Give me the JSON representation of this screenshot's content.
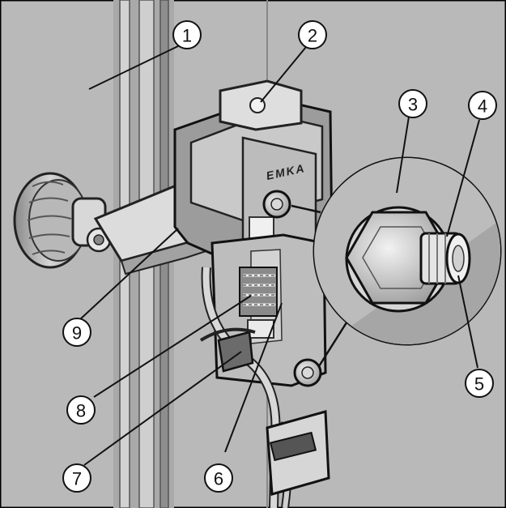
{
  "figure": {
    "brand_marking": "EMKA",
    "callouts": [
      {
        "number": "1"
      },
      {
        "number": "2"
      },
      {
        "number": "3"
      },
      {
        "number": "4"
      },
      {
        "number": "5"
      },
      {
        "number": "6"
      },
      {
        "number": "7"
      },
      {
        "number": "8"
      },
      {
        "number": "9"
      }
    ]
  }
}
